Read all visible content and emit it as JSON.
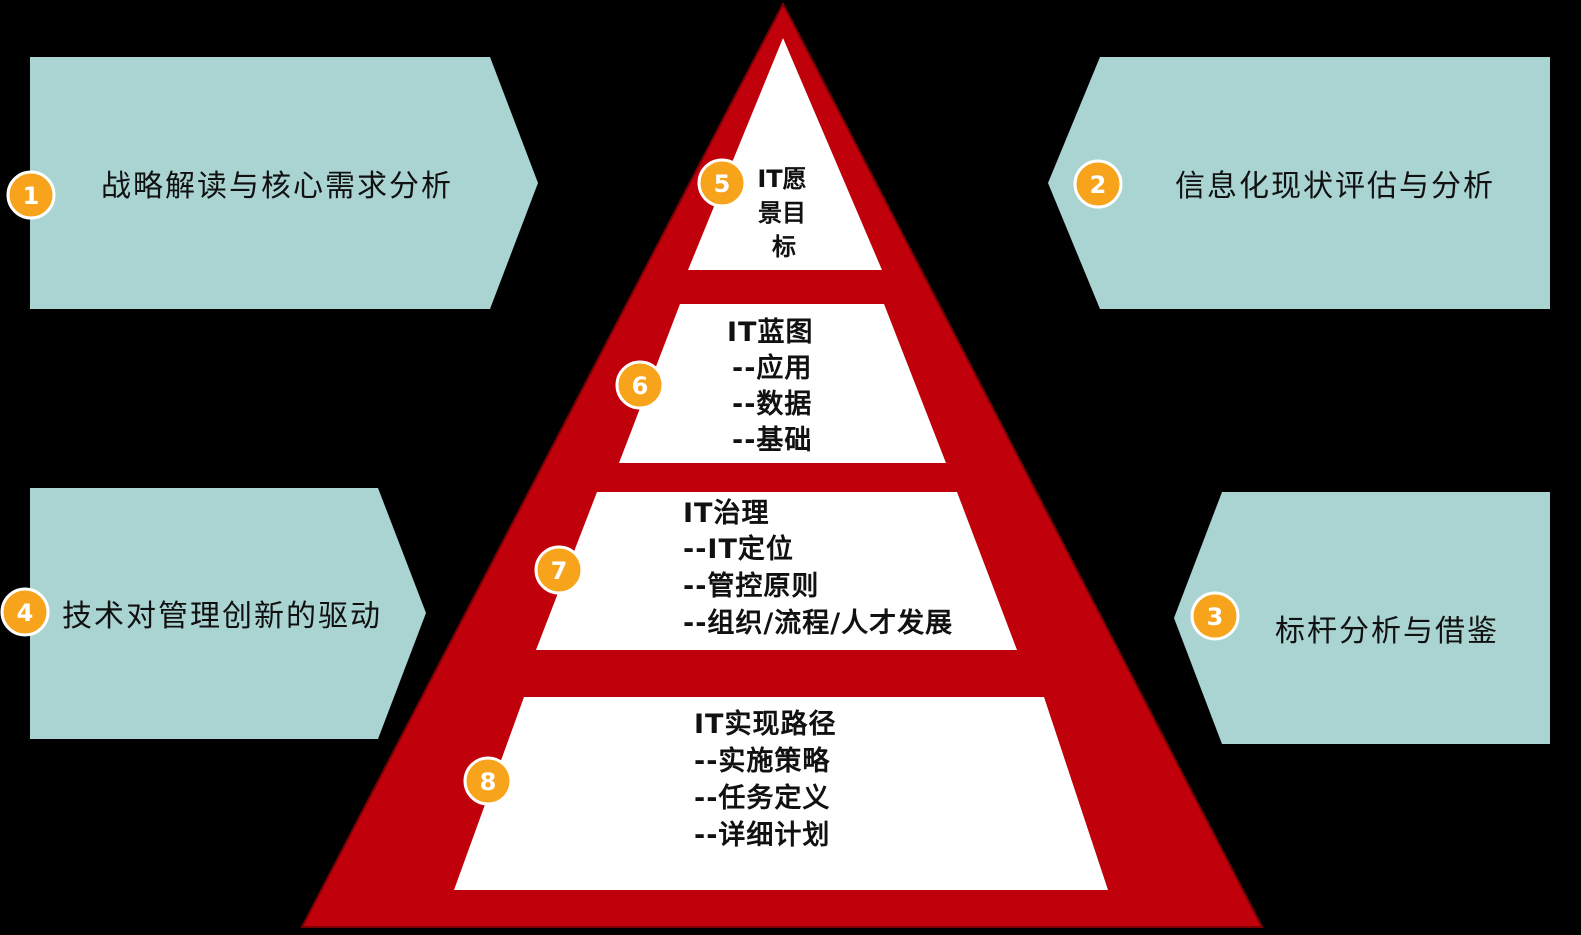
{
  "colors": {
    "background": "#000000",
    "pyramid": "#c0000a",
    "pyramid_edge": "#7a0006",
    "box": "#a9d4d2",
    "tier": "#ffffff",
    "badge": "#f7a31c",
    "badge_ring": "#ffffff"
  },
  "side_boxes": [
    {
      "number": "1",
      "label": "战略解读与核心需求分析"
    },
    {
      "number": "2",
      "label": "信息化现状评估与分析"
    },
    {
      "number": "3",
      "label": "标杆分析与借鉴"
    },
    {
      "number": "4",
      "label": "技术对管理创新的驱动"
    }
  ],
  "tiers": [
    {
      "number": "5",
      "lines": [
        "IT愿",
        "景目",
        "标"
      ]
    },
    {
      "number": "6",
      "lines": [
        "IT蓝图",
        "--应用",
        "--数据",
        "--基础"
      ]
    },
    {
      "number": "7",
      "lines": [
        "IT治理",
        "--IT定位",
        "--管控原则",
        "--组织/流程/人才发展"
      ]
    },
    {
      "number": "8",
      "lines": [
        "IT实现路径",
        "--实施策略",
        "--任务定义",
        "--详细计划"
      ]
    }
  ]
}
